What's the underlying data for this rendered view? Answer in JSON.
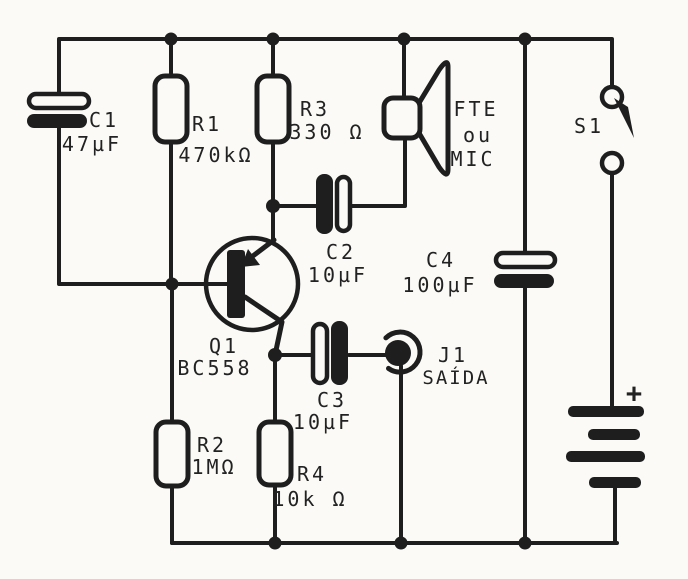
{
  "diagram": {
    "kind": "scanned transistor audio circuit schematic",
    "colors": {
      "ink": "#1e1e1e",
      "paper": "#fbfaf6"
    }
  },
  "components": {
    "c1": {
      "ref": "C1",
      "value": "47µF"
    },
    "r1": {
      "ref": "R1",
      "value": "470kΩ"
    },
    "r2": {
      "ref": "R2",
      "value": "1MΩ"
    },
    "r3": {
      "ref": "R3",
      "value": "330 Ω"
    },
    "r4": {
      "ref": "R4",
      "value": "10k Ω"
    },
    "c2": {
      "ref": "C2",
      "value": "10µF"
    },
    "c3": {
      "ref": "C3",
      "value": "10µF"
    },
    "c4": {
      "ref": "C4",
      "value": "100µF"
    },
    "q1": {
      "ref": "Q1",
      "value": "BC558"
    },
    "j1": {
      "ref": "J1",
      "value": "SAÍDA"
    },
    "s1": {
      "ref": "S1"
    },
    "speaker": {
      "line1": "FTE",
      "line2": "ou",
      "line3": "MIC"
    },
    "battery": {
      "polarity": "+"
    }
  }
}
